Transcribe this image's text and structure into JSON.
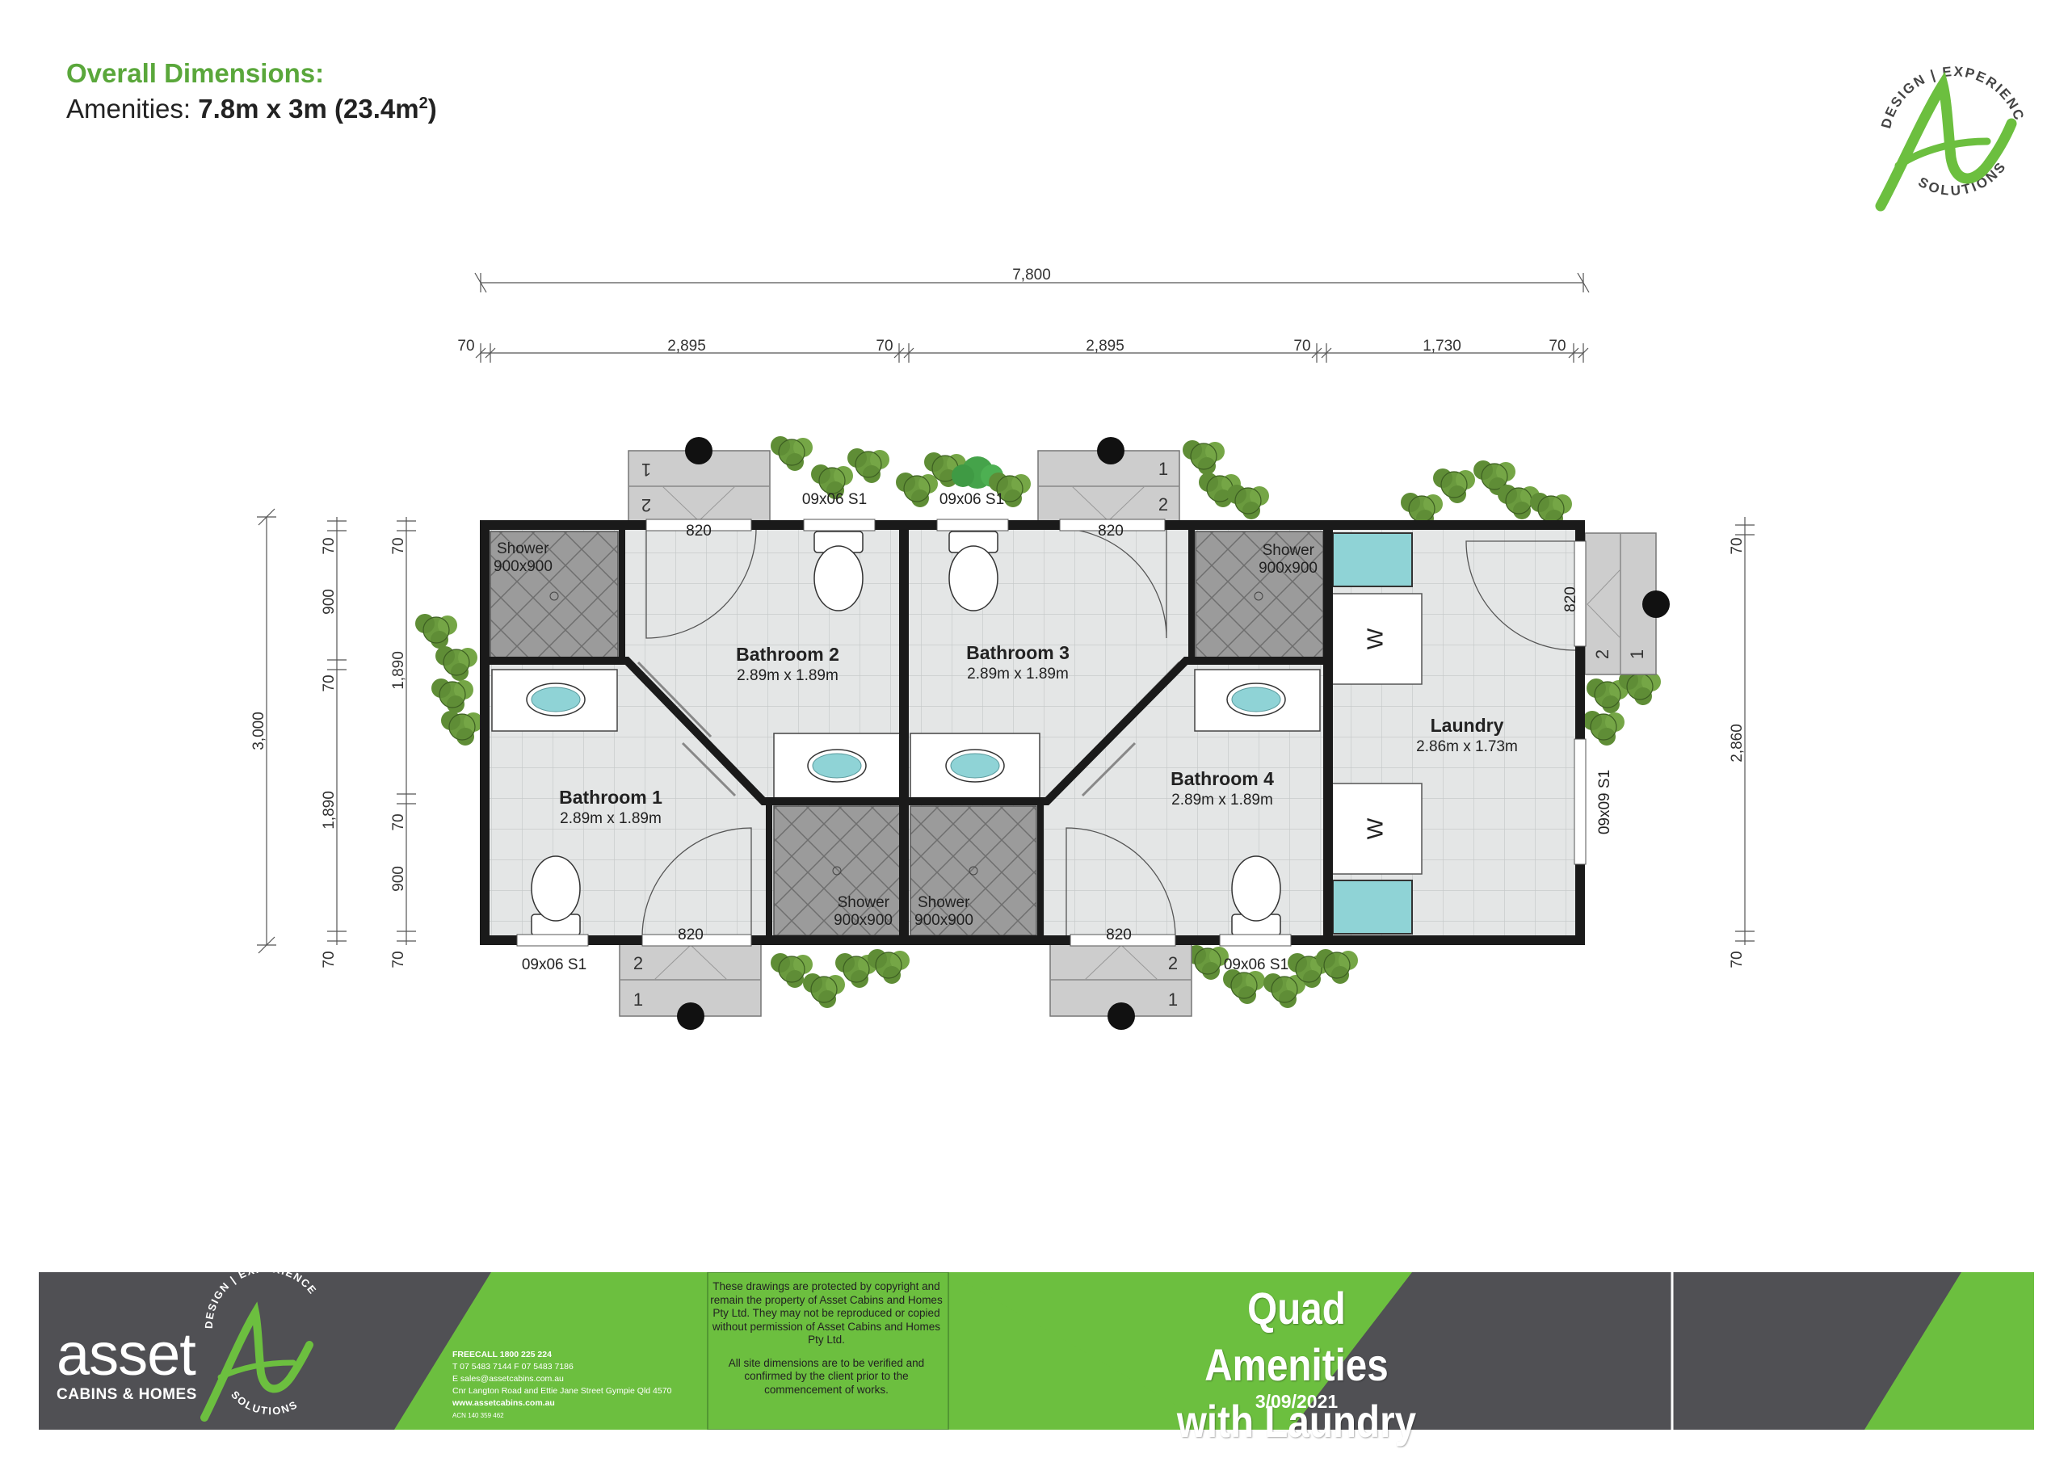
{
  "header": {
    "title": "Overall Dimensions:",
    "amenities_label": "Amenities: ",
    "amenities_value": "7.8m x 3m (23.4m",
    "amenities_sup": "2",
    "amenities_close": ")"
  },
  "logo_top": {
    "text_top": "DESIGN | EXPERIENCE",
    "text_bottom": "SOLUTIONS"
  },
  "dimensions": {
    "overall_width": "7,800",
    "seg_70": "70",
    "seg_2895": "2,895",
    "seg_1730": "1,730",
    "left_overall": "3,000",
    "left_1890": "1,890",
    "left_900": "900",
    "right_2860": "2,860"
  },
  "rooms": {
    "bathroom1": {
      "name": "Bathroom 1",
      "size": "2.89m x 1.89m"
    },
    "bathroom2": {
      "name": "Bathroom 2",
      "size": "2.89m x 1.89m"
    },
    "bathroom3": {
      "name": "Bathroom 3",
      "size": "2.89m x 1.89m"
    },
    "bathroom4": {
      "name": "Bathroom 4",
      "size": "2.89m x 1.89m"
    },
    "laundry": {
      "name": "Laundry",
      "size": "2.86m x 1.73m"
    }
  },
  "labels": {
    "shower": "Shower",
    "shower_size": "900x900",
    "window": "09x06 S1",
    "window_side": "09x09 S1",
    "door": "820",
    "washer": "W",
    "step1": "1",
    "step2": "2"
  },
  "footer": {
    "brand_word": "asset",
    "brand_sub": "CABINS & HOMES",
    "logo_text_top": "DESIGN | EXPERIENCE",
    "logo_text_bottom": "SOLUTIONS",
    "contact": [
      "FREECALL  1800 225 224",
      "T  07 5483 7144   F  07 5483 7186",
      "E  sales@assetcabins.com.au",
      "Cnr Langton Road and Ettie Jane Street Gympie Qld 4570",
      "www.assetcabins.com.au",
      "ACN 140 359 462"
    ],
    "copyright_1": "These drawings are protected by copyright and remain the property of Asset Cabins and Homes Pty Ltd. They may not be reproduced or copied without permission of Asset Cabins and Homes Pty Ltd.",
    "copyright_2": "All site dimensions are to be verified and confirmed by the client prior to the commencement of works.",
    "title_line1": "Quad Amenities",
    "title_line2": "with Laundry",
    "date": "3/09/2021"
  },
  "colors": {
    "brand_green": "#6cbf3f",
    "header_green": "#5aa73b",
    "dark_grey": "#505054",
    "wall": "#1a1a1a",
    "tile_floor": "#e4e6e6",
    "shower_tile": "#9a9a9a",
    "basin_blue": "#8fd3d6",
    "tree_green": "#6a9a3e"
  }
}
